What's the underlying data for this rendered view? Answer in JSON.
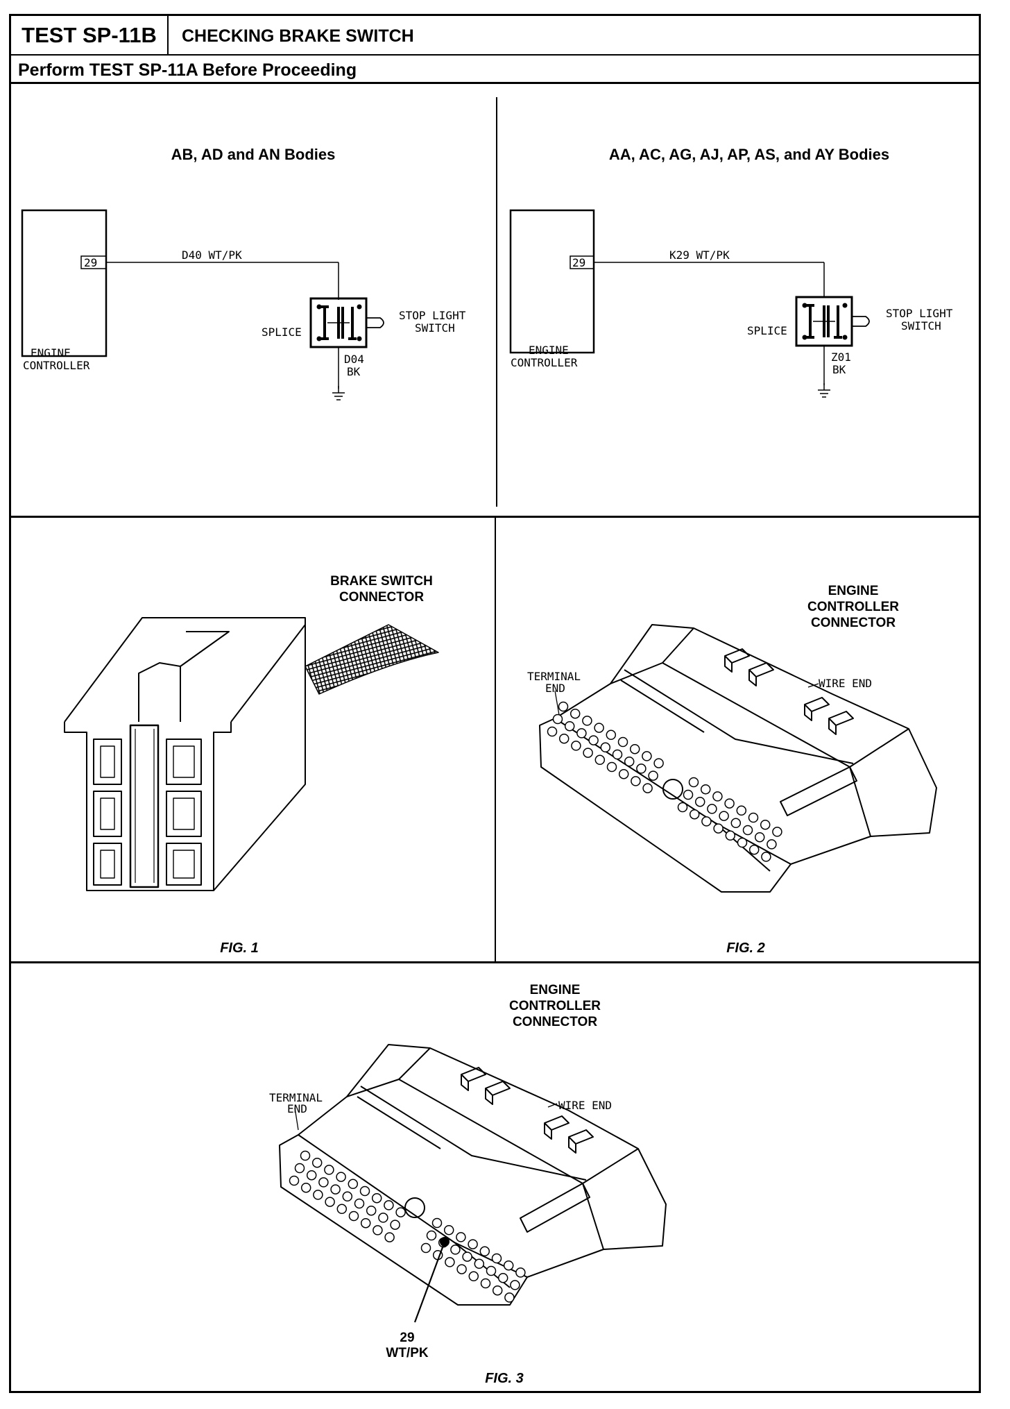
{
  "header": {
    "test_id": "TEST SP-11B",
    "title": "CHECKING BRAKE SWITCH",
    "subtitle": "Perform TEST SP-11A Before Proceeding"
  },
  "schematics": [
    {
      "title": "AB, AD and AN Bodies",
      "controller_label_1": "ENGINE",
      "controller_label_2": "CONTROLLER",
      "pin": "29",
      "wire": "D40 WT/PK",
      "splice": "SPLICE",
      "switch_label_1": "STOP LIGHT",
      "switch_label_2": "SWITCH",
      "ground_wire_1": "D04",
      "ground_wire_2": "BK"
    },
    {
      "title": "AA, AC, AG, AJ, AP, AS, and AY Bodies",
      "controller_label_1": "ENGINE",
      "controller_label_2": "CONTROLLER",
      "pin": "29",
      "wire": "K29 WT/PK",
      "splice": "SPLICE",
      "switch_label_1": "STOP LIGHT",
      "switch_label_2": "SWITCH",
      "ground_wire_1": "Z01",
      "ground_wire_2": "BK"
    }
  ],
  "fig1": {
    "title_1": "BRAKE SWITCH",
    "title_2": "CONNECTOR",
    "caption": "FIG. 1"
  },
  "fig2": {
    "title_1": "ENGINE",
    "title_2": "CONTROLLER",
    "title_3": "CONNECTOR",
    "terminal_1": "TERMINAL",
    "terminal_2": "END",
    "wire_end": "WIRE END",
    "caption": "FIG. 2"
  },
  "fig3": {
    "title_1": "ENGINE",
    "title_2": "CONTROLLER",
    "title_3": "CONNECTOR",
    "terminal_1": "TERMINAL",
    "terminal_2": "END",
    "wire_end": "WIRE END",
    "pin_1": "29",
    "pin_2": "WT/PK",
    "caption": "FIG. 3"
  }
}
